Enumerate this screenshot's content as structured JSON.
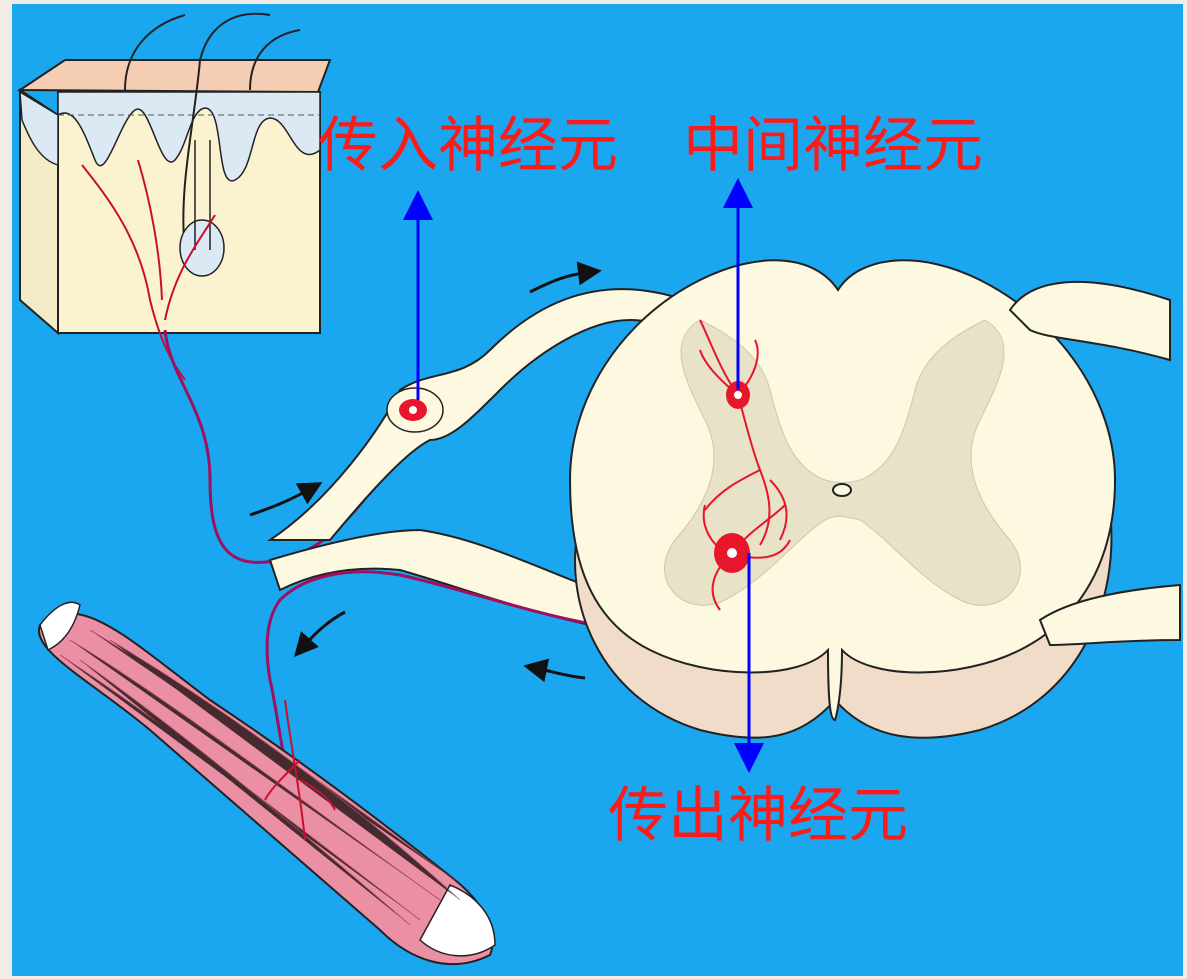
{
  "labels": {
    "afferent": "传入神经元",
    "interneuron": "中间神经元",
    "efferent": "传出神经元"
  },
  "colors": {
    "background": "#1aa7ef",
    "label_text": "#ff1a1a",
    "pointer_arrows": "#0000ff",
    "neuron": "#e8162a",
    "tissue": "#fdf8e0",
    "grey_matter": "#e7e2c8",
    "muscle": "#ea8fa4"
  },
  "icons": [
    "skin-block",
    "hair",
    "spinal-cord-section",
    "dorsal-root-ganglion",
    "muscle",
    "flow-arrow"
  ]
}
